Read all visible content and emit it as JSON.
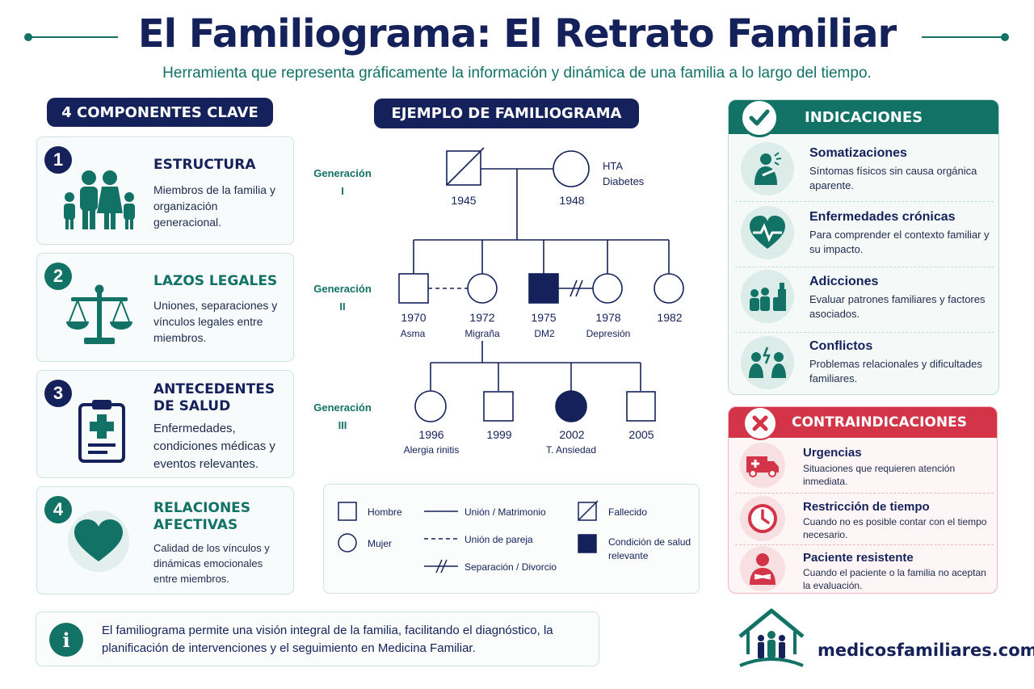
{
  "header": {
    "title": "El Familiograma: El Retrato Familiar",
    "subtitle": "Herramienta que representa gráficamente la información y dinámica de una familia a lo largo del tiempo."
  },
  "components": {
    "heading": "4 COMPONENTES CLAVE",
    "items": [
      {
        "num": "1",
        "title": "ESTRUCTURA",
        "desc": "Miembros de la familia y organización generacional.",
        "icon": "family-icon"
      },
      {
        "num": "2",
        "title": "LAZOS LEGALES",
        "desc": "Uniones, separaciones y vínculos legales entre miembros.",
        "icon": "scales-icon"
      },
      {
        "num": "3",
        "title": "ANTECEDENTES DE SALUD",
        "desc": "Enfermedades, condiciones médicas y eventos relevantes.",
        "icon": "clipboard-icon"
      },
      {
        "num": "4",
        "title": "RELACIONES AFECTIVAS",
        "desc": "Calidad de los vínculos y dinámicas emocionales entre miembros.",
        "icon": "heart-icon"
      }
    ]
  },
  "example": {
    "heading": "EJEMPLO DE FAMILIOGRAMA",
    "generations": [
      {
        "label": "Generación",
        "roman": "I"
      },
      {
        "label": "Generación",
        "roman": "II"
      },
      {
        "label": "Generación",
        "roman": "III"
      }
    ],
    "gen1": [
      {
        "year": "1945",
        "sex": "male",
        "deceased": true
      },
      {
        "year": "1948",
        "sex": "female",
        "note": "HTA\nDiabetes"
      }
    ],
    "gen2": [
      {
        "year": "1970",
        "note": "Asma",
        "sex": "male"
      },
      {
        "year": "1972",
        "note": "Migraña",
        "sex": "female"
      },
      {
        "year": "1975",
        "note": "DM2",
        "sex": "male",
        "condition": true
      },
      {
        "year": "1978",
        "note": "Depresión",
        "sex": "female"
      },
      {
        "year": "1982",
        "note": "",
        "sex": "female"
      }
    ],
    "gen3": [
      {
        "year": "1996",
        "note": "Alergia rinitis",
        "sex": "female"
      },
      {
        "year": "1999",
        "note": "",
        "sex": "male"
      },
      {
        "year": "2002",
        "note": "T. Ansiedad",
        "sex": "female",
        "condition": true
      },
      {
        "year": "2005",
        "note": "",
        "sex": "male"
      }
    ]
  },
  "legend": {
    "man": "Hombre",
    "woman": "Mujer",
    "union": "Unión / Matrimonio",
    "partner": "Unión de pareja",
    "separation": "Separación / Divorcio",
    "deceased": "Fallecido",
    "condition": "Condición de salud relevante"
  },
  "indications": {
    "heading": "INDICACIONES",
    "items": [
      {
        "title": "Somatizaciones",
        "desc": "Síntomas físicos sin causa orgánica aparente.",
        "icon": "somatization-icon"
      },
      {
        "title": "Enfermedades crónicas",
        "desc": "Para comprender el contexto familiar y su impacto.",
        "icon": "heartbeat-icon"
      },
      {
        "title": "Adicciones",
        "desc": "Evaluar patrones familiares y factores asociados.",
        "icon": "addiction-icon"
      },
      {
        "title": "Conflictos",
        "desc": "Problemas relacionales y dificultades familiares.",
        "icon": "conflict-icon"
      }
    ]
  },
  "contraindications": {
    "heading": "CONTRAINDICACIONES",
    "items": [
      {
        "title": "Urgencias",
        "desc": "Situaciones que requieren atención inmediata.",
        "icon": "ambulance-icon"
      },
      {
        "title": "Restricción de tiempo",
        "desc": "Cuando no es posible contar con el tiempo necesario.",
        "icon": "clock-icon"
      },
      {
        "title": "Paciente resistente",
        "desc": "Cuando el paciente o la familia no aceptan la evaluación.",
        "icon": "resistant-patient-icon"
      }
    ]
  },
  "footer": {
    "info": "El familiograma permite una visión integral de la familia, facilitando el diagnóstico, la planificación de intervenciones y el seguimiento en Medicina Familiar.",
    "brand": "medicosfamiliares.com"
  },
  "colors": {
    "navy": "#14215a",
    "teal": "#117265",
    "red": "#d33447"
  }
}
